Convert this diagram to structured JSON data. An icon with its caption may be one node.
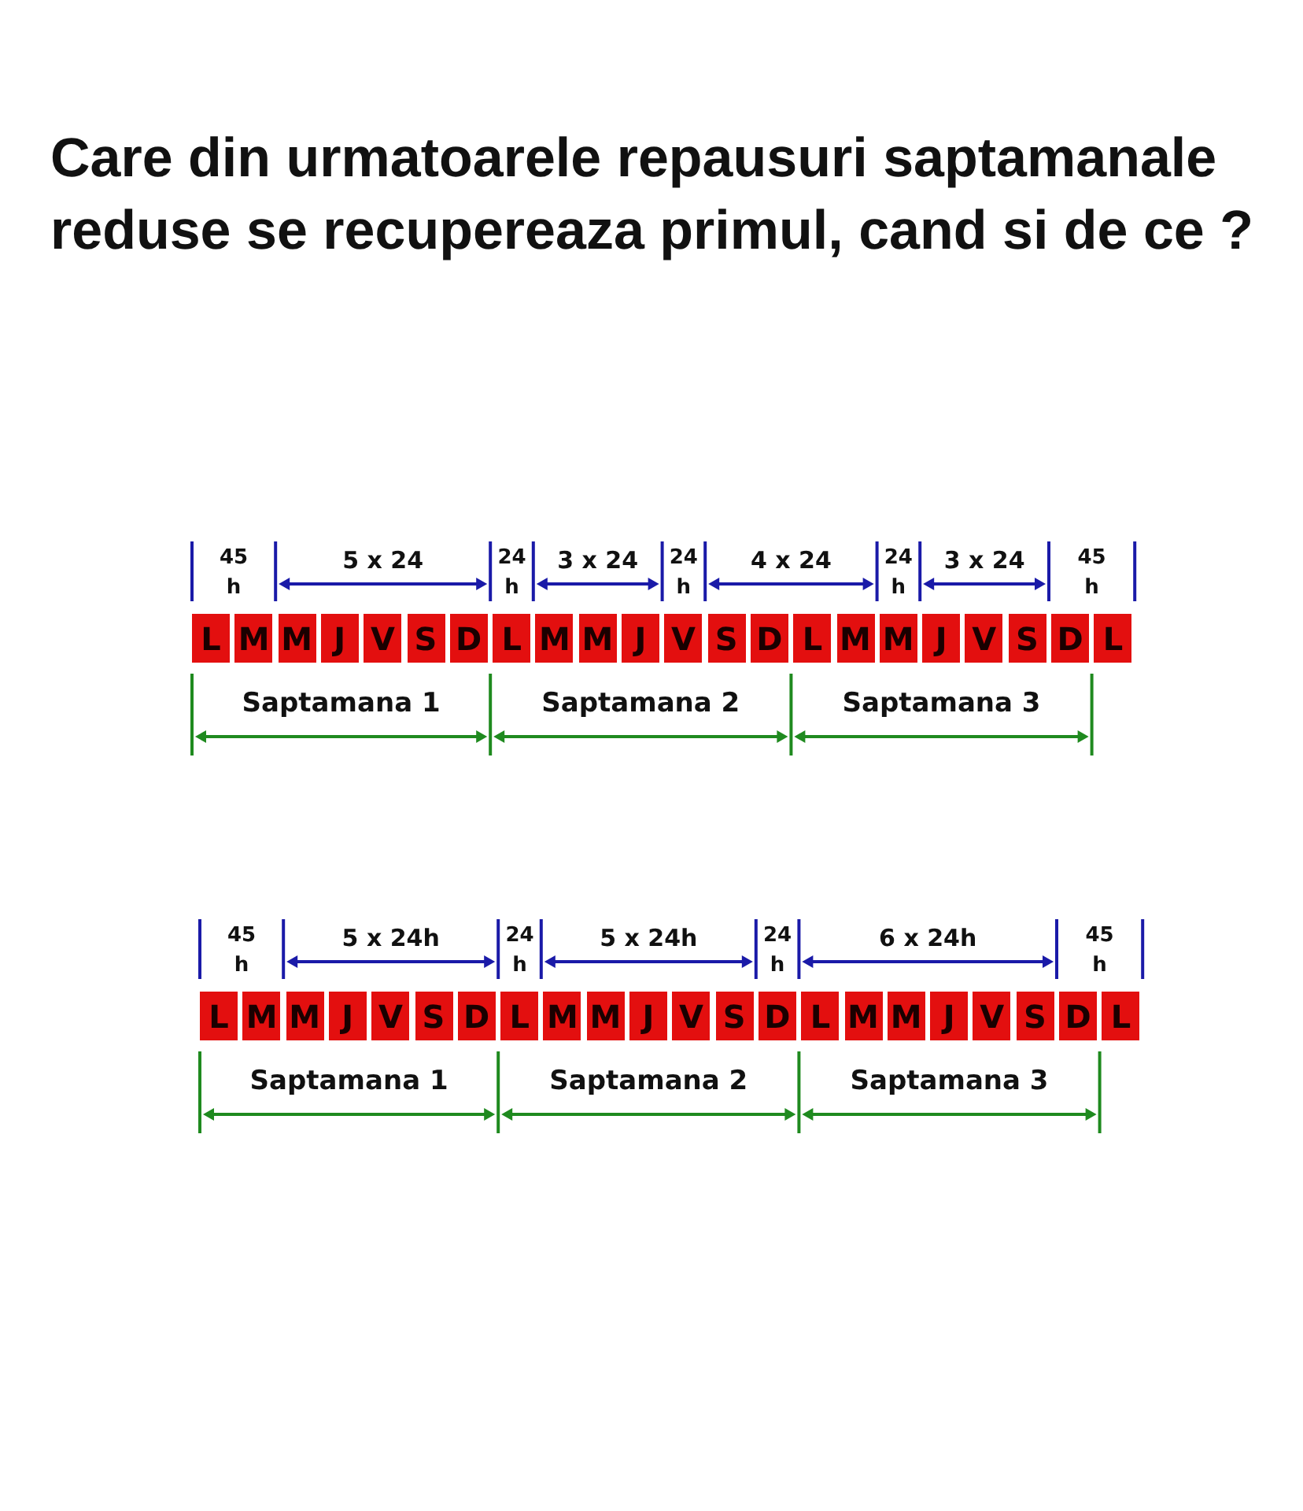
{
  "diagram": {
    "title": "Care din urmatoarele repausuri saptamanale reduse se recupereaza primul, cand si de ce ?",
    "nodes": [
      {
        "text": [
          "L"
        ]
      },
      {
        "text": [
          "M"
        ]
      },
      {
        "text": [
          "M"
        ]
      },
      {
        "text": [
          "J"
        ]
      },
      {
        "text": [
          "V"
        ]
      },
      {
        "text": [
          "S"
        ]
      },
      {
        "text": [
          "D"
        ]
      },
      {
        "text": [
          "L"
        ]
      },
      {
        "text": [
          "M"
        ]
      },
      {
        "text": [
          "M"
        ]
      },
      {
        "text": [
          "J"
        ]
      },
      {
        "text": [
          "V"
        ]
      },
      {
        "text": [
          "S"
        ]
      },
      {
        "text": [
          "D"
        ]
      },
      {
        "text": [
          "L"
        ]
      },
      {
        "text": [
          "M"
        ]
      },
      {
        "text": [
          "M"
        ]
      },
      {
        "text": [
          "J"
        ]
      },
      {
        "text": [
          "V"
        ]
      },
      {
        "text": [
          "S"
        ]
      },
      {
        "text": [
          "D"
        ]
      },
      {
        "text": [
          "L"
        ]
      },
      {
        "text": [
          "L"
        ]
      },
      {
        "text": [
          "M"
        ]
      },
      {
        "text": [
          "M"
        ]
      },
      {
        "text": [
          "J"
        ]
      },
      {
        "text": [
          "V"
        ]
      },
      {
        "text": [
          "S"
        ]
      },
      {
        "text": [
          "D"
        ]
      },
      {
        "text": [
          "L"
        ]
      },
      {
        "text": [
          "M"
        ]
      },
      {
        "text": [
          "M"
        ]
      },
      {
        "text": [
          "J"
        ]
      },
      {
        "text": [
          "V"
        ]
      },
      {
        "text": [
          "S"
        ]
      },
      {
        "text": [
          "D"
        ]
      },
      {
        "text": [
          "L"
        ]
      },
      {
        "text": [
          "M"
        ]
      },
      {
        "text": [
          "M"
        ]
      },
      {
        "text": [
          "J"
        ]
      },
      {
        "text": [
          "V"
        ]
      },
      {
        "text": [
          "S"
        ]
      },
      {
        "text": [
          "D"
        ]
      },
      {
        "text": [
          "L"
        ]
      }
    ],
    "labels": [
      "45 h",
      "5 x 24",
      "24 h",
      "3 x 24",
      "24 h",
      "4 x 24",
      "24 h",
      "3 x 24",
      "45 h",
      "Saptamana 1",
      "Saptamana 2",
      "Saptamana 3",
      "45 h",
      "5 x 24h",
      "24 h",
      "5 x 24h",
      "24 h",
      "6 x 24h",
      "45 h",
      "Saptamana 1",
      "Saptamana 2",
      "Saptamana 3"
    ]
  }
}
